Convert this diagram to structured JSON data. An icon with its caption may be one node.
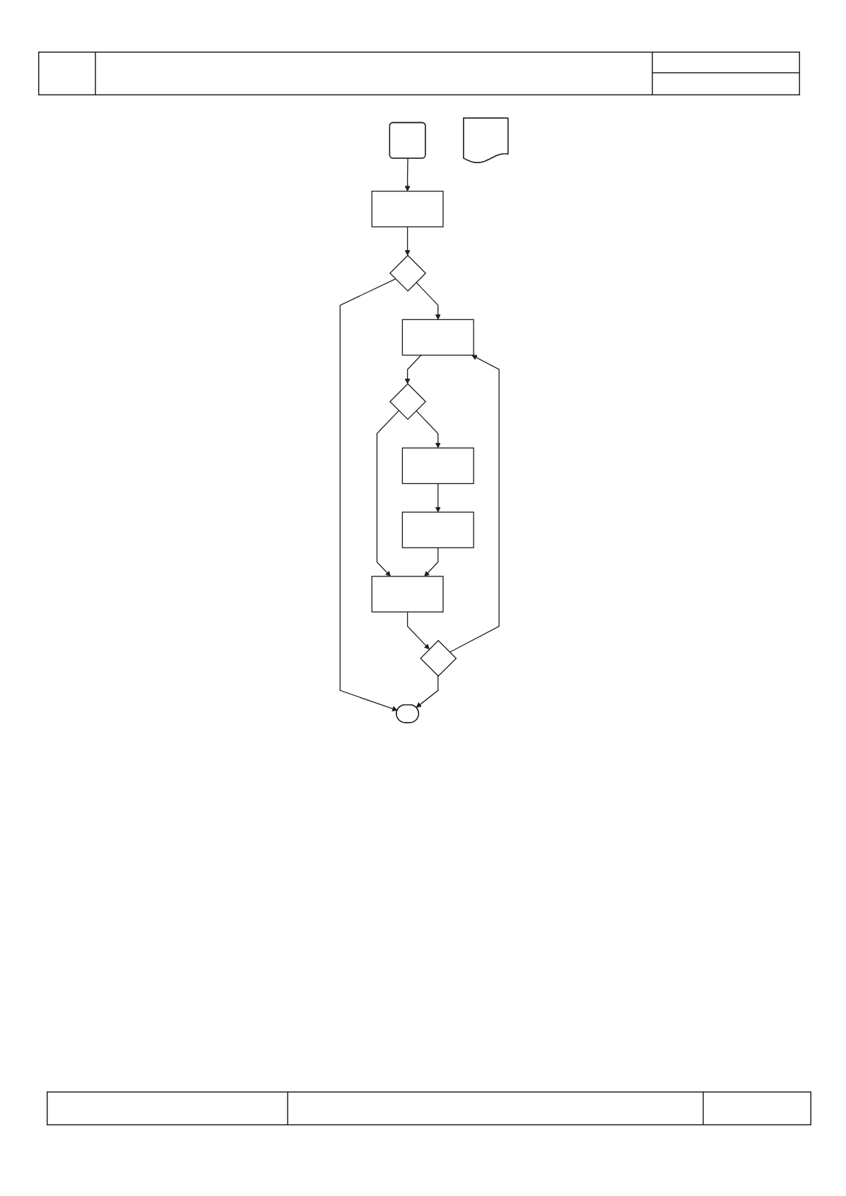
{
  "diagram": {
    "nodes": [
      {
        "text": [],
        "shape": "box"
      },
      {
        "text": [],
        "shape": "document"
      },
      {
        "text": [],
        "shape": "box"
      },
      {
        "text": [],
        "shape": "diamond"
      },
      {
        "text": [],
        "shape": "box"
      },
      {
        "text": [],
        "shape": "diamond"
      },
      {
        "text": [],
        "shape": "box"
      },
      {
        "text": [],
        "shape": "box"
      },
      {
        "text": [],
        "shape": "box"
      },
      {
        "text": [],
        "shape": "diamond"
      },
      {
        "text": [],
        "shape": "stadium"
      }
    ],
    "edges": [
      {
        "from": 0,
        "to": 2,
        "arrow": "to"
      },
      {
        "from": 2,
        "to": 3,
        "arrow": "to"
      },
      {
        "from": 3,
        "to": 4,
        "arrow": "to"
      },
      {
        "from": 3,
        "to": 10,
        "arrow": "to"
      },
      {
        "from": 4,
        "to": 5,
        "arrow": "to"
      },
      {
        "from": 5,
        "to": 6,
        "arrow": "to"
      },
      {
        "from": 5,
        "to": 8,
        "arrow": "to"
      },
      {
        "from": 6,
        "to": 7,
        "arrow": "to"
      },
      {
        "from": 7,
        "to": 8,
        "arrow": "to"
      },
      {
        "from": 8,
        "to": 9,
        "arrow": "to"
      },
      {
        "from": 9,
        "to": 4,
        "arrow": "to"
      },
      {
        "from": 9,
        "to": 10,
        "arrow": "to"
      }
    ]
  }
}
